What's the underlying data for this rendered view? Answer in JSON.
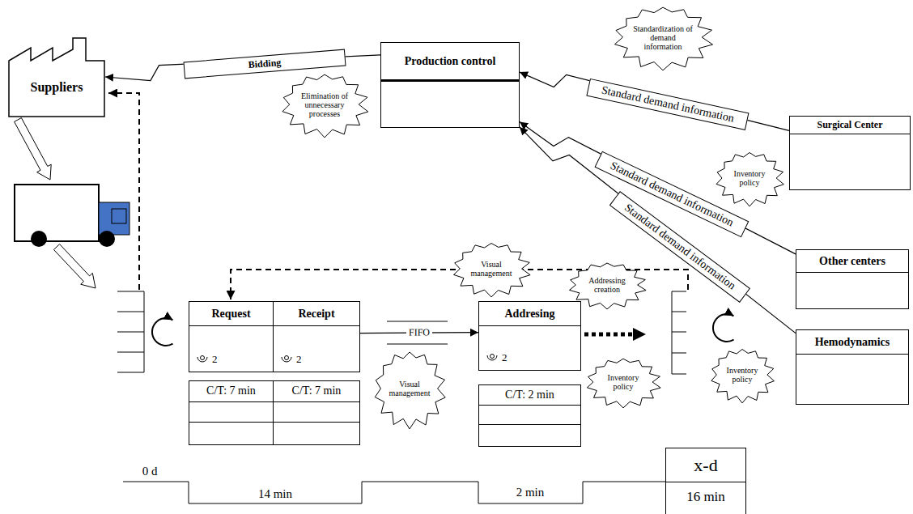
{
  "diagram": {
    "nodes": [
      {
        "text": [
          "Suppliers"
        ]
      },
      {
        "text": [
          "Production control"
        ]
      },
      {
        "text": [
          "Standardization of demand information"
        ]
      },
      {
        "text": [
          "Elimination of unnecessary processes"
        ]
      },
      {
        "text": [
          "Surgical Center"
        ]
      },
      {
        "text": [
          "Inventory policy"
        ]
      },
      {
        "text": [
          "Other centers"
        ]
      },
      {
        "text": [
          "Visual management"
        ]
      },
      {
        "text": [
          "Addressing creation"
        ]
      },
      {
        "text": [
          "Request",
          "2"
        ]
      },
      {
        "text": [
          "Receipt",
          "2"
        ]
      },
      {
        "text": [
          "Addresing",
          "2"
        ]
      },
      {
        "text": [
          "Hemodynamics"
        ]
      },
      {
        "text": [
          "Inventory policy"
        ]
      },
      {
        "text": [
          "Visual management"
        ]
      },
      {
        "text": [
          "Inventory policy"
        ]
      },
      {
        "text": [
          "C/T: 7 min"
        ]
      },
      {
        "text": [
          "C/T: 7 min"
        ]
      },
      {
        "text": [
          "C/T: 2 min"
        ]
      },
      {
        "text": [
          "x-d",
          "16 min"
        ]
      }
    ],
    "edges": [
      {
        "from": 1,
        "to": 0,
        "label": "Bidding",
        "arrow": "to"
      },
      {
        "from": 4,
        "to": 1,
        "label": "Standard demand information",
        "arrow": "to"
      },
      {
        "from": 6,
        "to": 1,
        "label": "Standard demand information",
        "arrow": "to"
      },
      {
        "from": 12,
        "to": 1,
        "label": "Standard demand information",
        "arrow": "to"
      },
      {
        "from": 10,
        "to": 11,
        "label": "FIFO",
        "arrow": "to"
      }
    ],
    "labels": [
      "0 d",
      "14 min",
      "2 min"
    ]
  }
}
